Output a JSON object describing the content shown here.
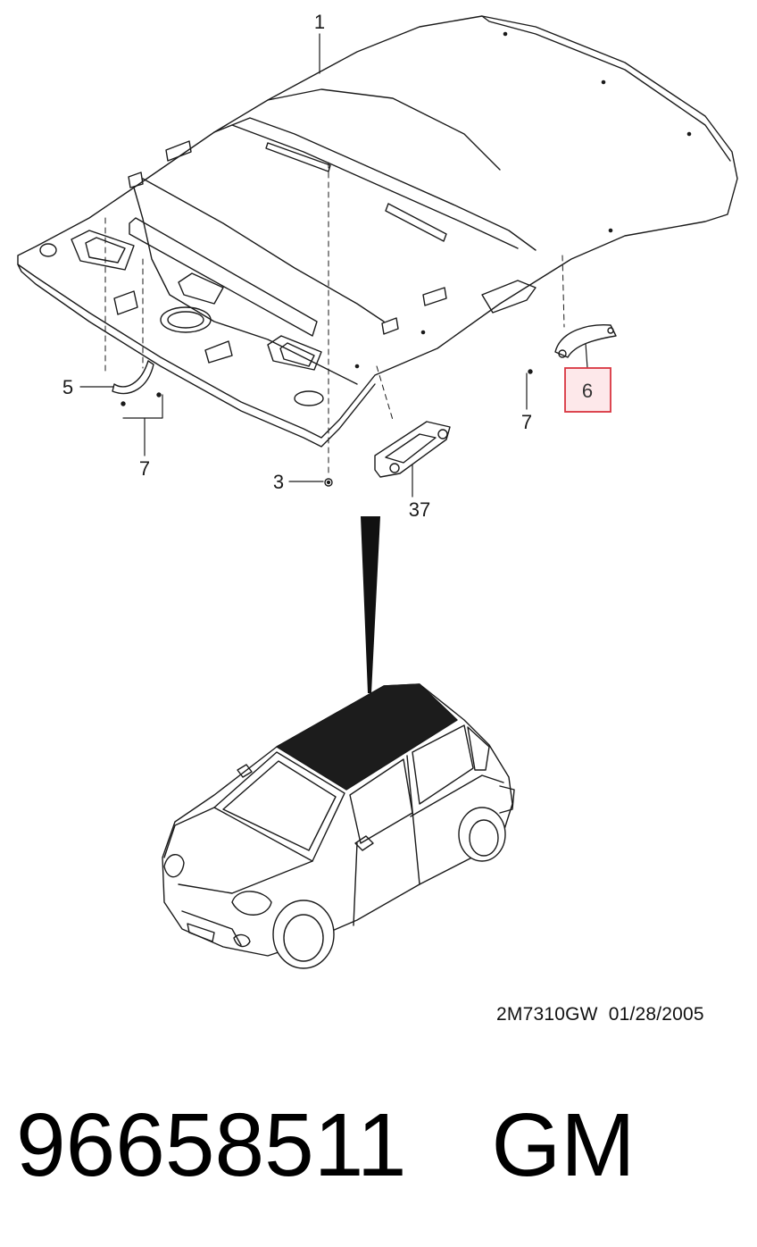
{
  "callouts": [
    {
      "id": "1",
      "label": "1"
    },
    {
      "id": "3",
      "label": "3"
    },
    {
      "id": "5",
      "label": "5"
    },
    {
      "id": "6",
      "label": "6",
      "highlighted": true
    },
    {
      "id": "7a",
      "label": "7"
    },
    {
      "id": "7b",
      "label": "7"
    },
    {
      "id": "37",
      "label": "37"
    }
  ],
  "document_code": "2M7310GW  01/28/2005",
  "part_number": "96658511",
  "brand": "GM",
  "colors": {
    "line": "#1a1a1a",
    "highlight_border": "#d9343f",
    "highlight_fill": "#fde8ea",
    "car_roof": "#1c1c1c"
  }
}
